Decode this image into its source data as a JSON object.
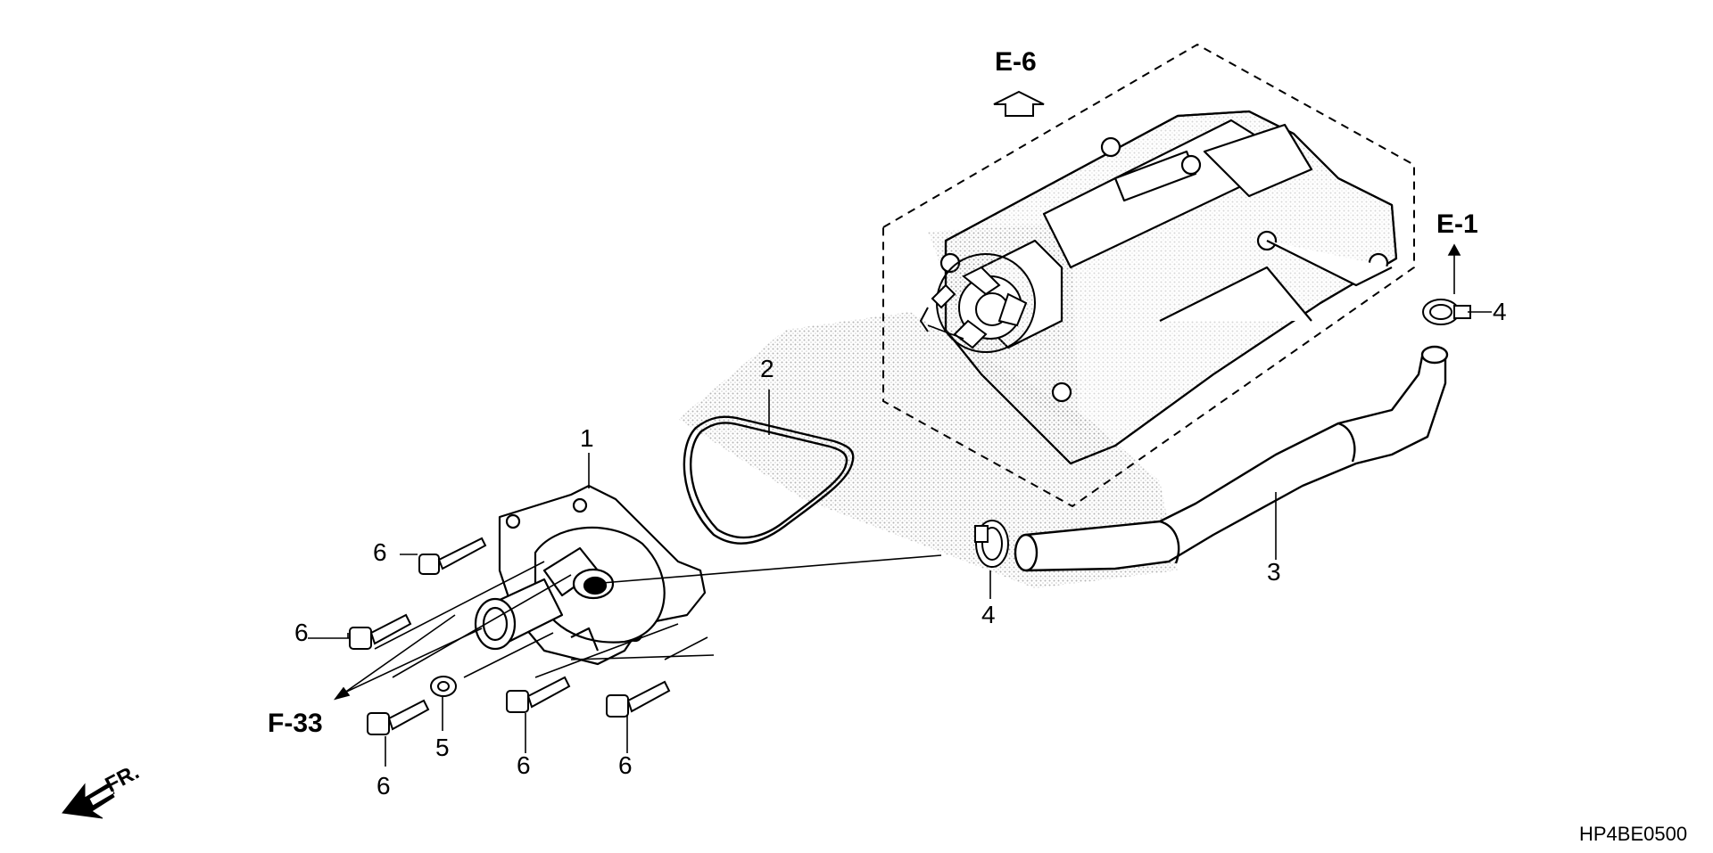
{
  "callouts": {
    "c1": "1",
    "c2": "2",
    "c3": "3",
    "c4a": "4",
    "c4b": "4",
    "c5": "5",
    "c6a": "6",
    "c6b": "6",
    "c6c": "6",
    "c6d": "6",
    "c6e": "6"
  },
  "refs": {
    "e6": "E-6",
    "e1": "E-1",
    "f33": "F-33",
    "fr": "FR."
  },
  "diagram_code": "HP4BE0500",
  "colors": {
    "line": "#000000",
    "background": "#ffffff",
    "shade": "#9a9a9a"
  }
}
